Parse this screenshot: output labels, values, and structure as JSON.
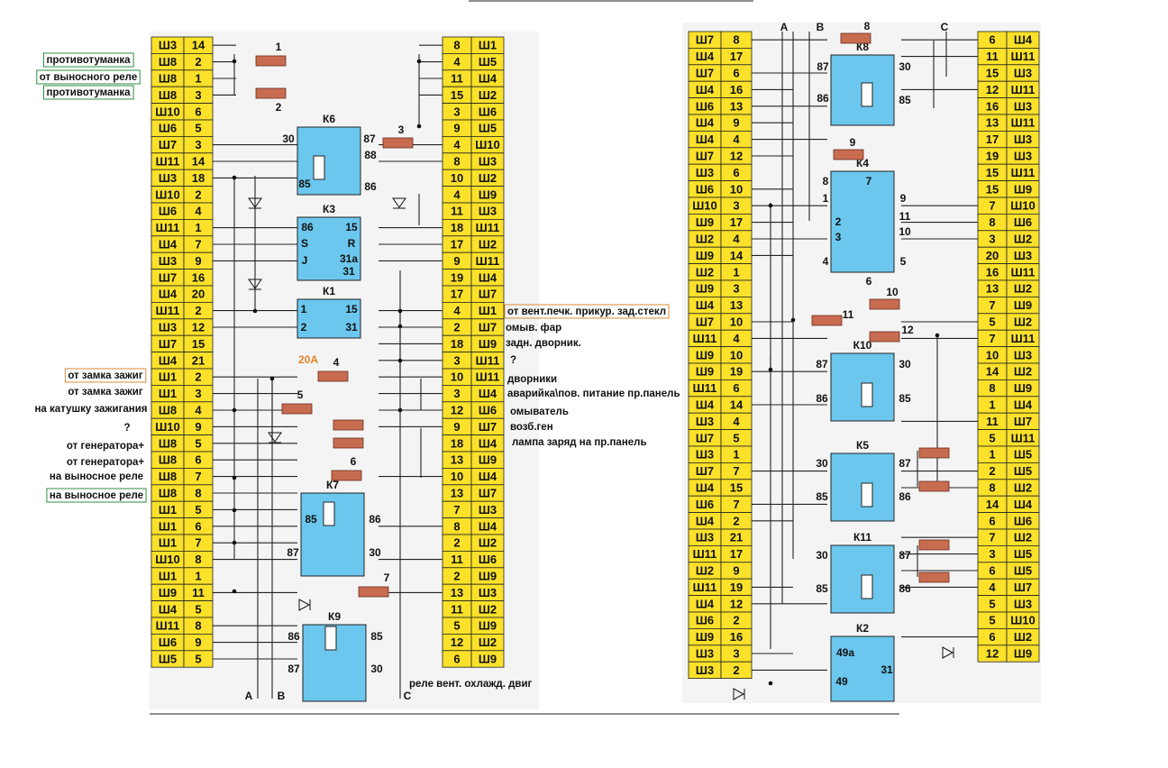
{
  "colors": {
    "pin": "#fbe12a",
    "relay": "#6cc7ee",
    "fuse": "#c86c50",
    "bg": "#f4f4f4",
    "green_box": "#2f8f3f",
    "orange_box": "#d98a3a",
    "fuse_rating": "#e0852c"
  },
  "left_block": {
    "left_rows": [
      [
        "Ш3",
        "14"
      ],
      [
        "Ш8",
        "2"
      ],
      [
        "Ш8",
        "1"
      ],
      [
        "Ш8",
        "3"
      ],
      [
        "Ш10",
        "6"
      ],
      [
        "Ш6",
        "5"
      ],
      [
        "Ш7",
        "3"
      ],
      [
        "Ш11",
        "14"
      ],
      [
        "Ш3",
        "18"
      ],
      [
        "Ш10",
        "2"
      ],
      [
        "Ш6",
        "4"
      ],
      [
        "Ш11",
        "1"
      ],
      [
        "Ш4",
        "7"
      ],
      [
        "Ш3",
        "9"
      ],
      [
        "Ш7",
        "16"
      ],
      [
        "Ш4",
        "20"
      ],
      [
        "Ш11",
        "2"
      ],
      [
        "Ш3",
        "12"
      ],
      [
        "Ш7",
        "15"
      ],
      [
        "Ш4",
        "21"
      ],
      [
        "Ш1",
        "2"
      ],
      [
        "Ш1",
        "3"
      ],
      [
        "Ш8",
        "4"
      ],
      [
        "Ш10",
        "9"
      ],
      [
        "Ш8",
        "5"
      ],
      [
        "Ш8",
        "6"
      ],
      [
        "Ш8",
        "7"
      ],
      [
        "Ш8",
        "8"
      ],
      [
        "Ш1",
        "5"
      ],
      [
        "Ш1",
        "6"
      ],
      [
        "Ш1",
        "7"
      ],
      [
        "Ш10",
        "8"
      ],
      [
        "Ш1",
        "1"
      ],
      [
        "Ш9",
        "11"
      ],
      [
        "Ш4",
        "5"
      ],
      [
        "Ш11",
        "8"
      ],
      [
        "Ш6",
        "9"
      ],
      [
        "Ш5",
        "5"
      ]
    ],
    "right_rows": [
      [
        "8",
        "Ш1"
      ],
      [
        "4",
        "Ш5"
      ],
      [
        "11",
        "Ш4"
      ],
      [
        "15",
        "Ш2"
      ],
      [
        "3",
        "Ш6"
      ],
      [
        "9",
        "Ш5"
      ],
      [
        "4",
        "Ш10"
      ],
      [
        "8",
        "Ш3"
      ],
      [
        "10",
        "Ш2"
      ],
      [
        "4",
        "Ш9"
      ],
      [
        "11",
        "Ш3"
      ],
      [
        "18",
        "Ш11"
      ],
      [
        "17",
        "Ш2"
      ],
      [
        "9",
        "Ш11"
      ],
      [
        "19",
        "Ш4"
      ],
      [
        "17",
        "Ш7"
      ],
      [
        "4",
        "Ш1"
      ],
      [
        "2",
        "Ш7"
      ],
      [
        "18",
        "Ш9"
      ],
      [
        "3",
        "Ш11"
      ],
      [
        "10",
        "Ш11"
      ],
      [
        "3",
        "Ш4"
      ],
      [
        "12",
        "Ш6"
      ],
      [
        "9",
        "Ш7"
      ],
      [
        "18",
        "Ш4"
      ],
      [
        "13",
        "Ш9"
      ],
      [
        "10",
        "Ш4"
      ],
      [
        "13",
        "Ш7"
      ],
      [
        "7",
        "Ш3"
      ],
      [
        "8",
        "Ш4"
      ],
      [
        "2",
        "Ш2"
      ],
      [
        "11",
        "Ш6"
      ],
      [
        "2",
        "Ш9"
      ],
      [
        "13",
        "Ш3"
      ],
      [
        "11",
        "Ш2"
      ],
      [
        "5",
        "Ш9"
      ],
      [
        "12",
        "Ш2"
      ],
      [
        "6",
        "Ш9"
      ]
    ],
    "relays": [
      {
        "title": "К6",
        "labels": [
          "30",
          "87",
          "88",
          "85",
          "86"
        ]
      },
      {
        "title": "К3",
        "labels": [
          "86",
          "15",
          "S",
          "R",
          "J",
          "31a",
          "31"
        ]
      },
      {
        "title": "К1",
        "labels": [
          "1",
          "15",
          "2",
          "31"
        ]
      },
      {
        "title": "К7",
        "labels": [
          "85",
          "86",
          "87",
          "30"
        ]
      },
      {
        "title": "К9",
        "labels": [
          "86",
          "85",
          "87",
          "30"
        ]
      }
    ],
    "fuses": [
      "1",
      "2",
      "3",
      "4",
      "5",
      "6",
      "7"
    ],
    "fuse_rating": "20A",
    "bus_labels": [
      "A",
      "B",
      "C"
    ]
  },
  "right_block": {
    "left_rows": [
      [
        "Ш7",
        "8"
      ],
      [
        "Ш4",
        "17"
      ],
      [
        "Ш7",
        "6"
      ],
      [
        "Ш4",
        "16"
      ],
      [
        "Ш6",
        "13"
      ],
      [
        "Ш4",
        "9"
      ],
      [
        "Ш4",
        "4"
      ],
      [
        "Ш7",
        "12"
      ],
      [
        "Ш3",
        "6"
      ],
      [
        "Ш6",
        "10"
      ],
      [
        "Ш10",
        "3"
      ],
      [
        "Ш9",
        "17"
      ],
      [
        "Ш2",
        "4"
      ],
      [
        "Ш9",
        "14"
      ],
      [
        "Ш2",
        "1"
      ],
      [
        "Ш9",
        "3"
      ],
      [
        "Ш4",
        "13"
      ],
      [
        "Ш7",
        "10"
      ],
      [
        "Ш11",
        "4"
      ],
      [
        "Ш9",
        "10"
      ],
      [
        "Ш9",
        "19"
      ],
      [
        "Ш11",
        "6"
      ],
      [
        "Ш4",
        "14"
      ],
      [
        "Ш3",
        "4"
      ],
      [
        "Ш7",
        "5"
      ],
      [
        "Ш3",
        "1"
      ],
      [
        "Ш7",
        "7"
      ],
      [
        "Ш4",
        "15"
      ],
      [
        "Ш6",
        "7"
      ],
      [
        "Ш4",
        "2"
      ],
      [
        "Ш3",
        "21"
      ],
      [
        "Ш11",
        "17"
      ],
      [
        "Ш2",
        "9"
      ],
      [
        "Ш11",
        "19"
      ],
      [
        "Ш4",
        "12"
      ],
      [
        "Ш6",
        "2"
      ],
      [
        "Ш9",
        "16"
      ],
      [
        "Ш3",
        "3"
      ],
      [
        "Ш3",
        "2"
      ]
    ],
    "right_rows": [
      [
        "6",
        "Ш4"
      ],
      [
        "11",
        "Ш11"
      ],
      [
        "15",
        "Ш3"
      ],
      [
        "12",
        "Ш11"
      ],
      [
        "16",
        "Ш3"
      ],
      [
        "13",
        "Ш11"
      ],
      [
        "17",
        "Ш3"
      ],
      [
        "19",
        "Ш3"
      ],
      [
        "15",
        "Ш11"
      ],
      [
        "15",
        "Ш9"
      ],
      [
        "7",
        "Ш10"
      ],
      [
        "8",
        "Ш6"
      ],
      [
        "3",
        "Ш2"
      ],
      [
        "20",
        "Ш3"
      ],
      [
        "16",
        "Ш11"
      ],
      [
        "13",
        "Ш2"
      ],
      [
        "7",
        "Ш9"
      ],
      [
        "5",
        "Ш2"
      ],
      [
        "7",
        "Ш11"
      ],
      [
        "10",
        "Ш3"
      ],
      [
        "14",
        "Ш2"
      ],
      [
        "8",
        "Ш9"
      ],
      [
        "1",
        "Ш4"
      ],
      [
        "11",
        "Ш7"
      ],
      [
        "5",
        "Ш11"
      ],
      [
        "1",
        "Ш5"
      ],
      [
        "2",
        "Ш5"
      ],
      [
        "8",
        "Ш2"
      ],
      [
        "14",
        "Ш4"
      ],
      [
        "6",
        "Ш6"
      ],
      [
        "7",
        "Ш2"
      ],
      [
        "3",
        "Ш5"
      ],
      [
        "6",
        "Ш5"
      ],
      [
        "4",
        "Ш7"
      ],
      [
        "5",
        "Ш3"
      ],
      [
        "5",
        "Ш10"
      ],
      [
        "6",
        "Ш2"
      ],
      [
        "12",
        "Ш9"
      ]
    ],
    "relays": [
      {
        "title": "К8",
        "labels": [
          "87",
          "30",
          "86",
          "85"
        ]
      },
      {
        "title": "К4",
        "labels": [
          "8",
          "7",
          "1",
          "9",
          "2",
          "11",
          "3",
          "10",
          "4",
          "5",
          "6"
        ]
      },
      {
        "title": "К10",
        "labels": [
          "87",
          "30",
          "86",
          "85"
        ]
      },
      {
        "title": "К5",
        "labels": [
          "30",
          "87",
          "85",
          "86"
        ]
      },
      {
        "title": "К11",
        "labels": [
          "30",
          "87",
          "85",
          "86"
        ]
      },
      {
        "title": "К2",
        "labels": [
          "49a",
          "31",
          "49"
        ]
      }
    ],
    "fuses": [
      "8",
      "9",
      "10",
      "11",
      "12"
    ],
    "bus_labels": [
      "A",
      "B",
      "C"
    ]
  },
  "annotations_left": [
    {
      "text": "противотуманка",
      "box": "green"
    },
    {
      "text": "от выносного реле",
      "box": "green"
    },
    {
      "text": "противотуманка",
      "box": "green"
    },
    {
      "text": "от замка зажиг",
      "box": "orange"
    },
    {
      "text": "от замка зажиг",
      "box": ""
    },
    {
      "text": "на катушку зажигания",
      "box": ""
    },
    {
      "text": "?",
      "box": ""
    },
    {
      "text": "от генератора+",
      "box": ""
    },
    {
      "text": "от генератора+",
      "box": ""
    },
    {
      "text": "на выносное реле",
      "box": ""
    },
    {
      "text": "на выносное реле",
      "box": "green"
    }
  ],
  "annotations_right": [
    {
      "text": "от вент.печк. прикур. зад.стекл",
      "box": "orange"
    },
    {
      "text": "омыв. фар",
      "box": ""
    },
    {
      "text": "задн. дворник.",
      "box": ""
    },
    {
      "text": "?",
      "box": ""
    },
    {
      "text": "дворники",
      "box": ""
    },
    {
      "text": "аварийка\\пов. питание пр.панель",
      "box": ""
    },
    {
      "text": "омыватель",
      "box": ""
    },
    {
      "text": "возб.ген",
      "box": ""
    },
    {
      "text": "лампа заряд на пр.панель",
      "box": ""
    }
  ],
  "bottom_note": "реле вент. охлажд. двиг"
}
